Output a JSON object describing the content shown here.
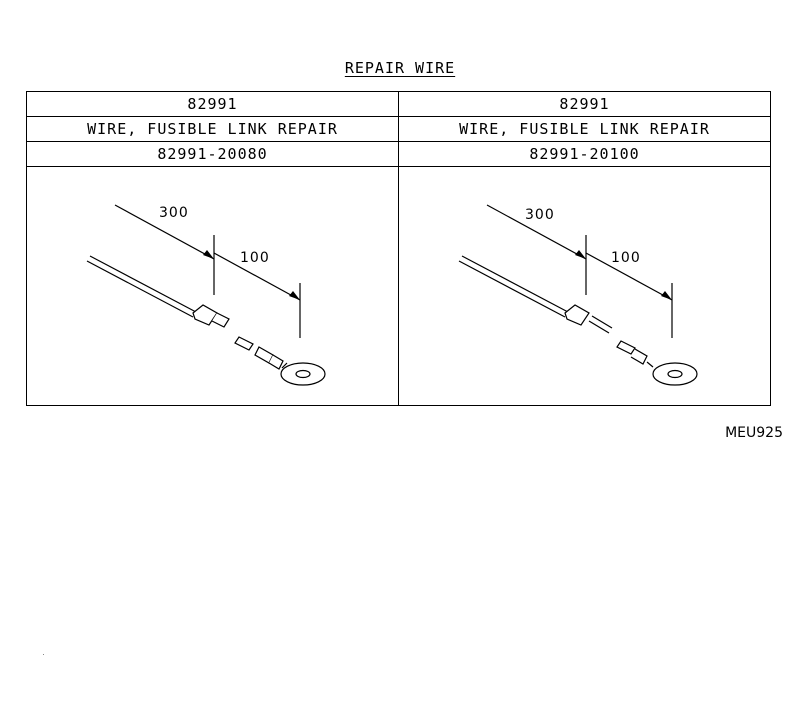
{
  "title": "REPAIR WIRE",
  "columns": [
    {
      "part_group": "82991",
      "description": "WIRE, FUSIBLE LINK REPAIR",
      "part_number": "82991-20080",
      "dim_total": "300",
      "dim_partial": "100"
    },
    {
      "part_group": "82991",
      "description": "WIRE, FUSIBLE LINK REPAIR",
      "part_number": "82991-20100",
      "dim_total": "300",
      "dim_partial": "100"
    }
  ],
  "figure_code": "MEU925"
}
